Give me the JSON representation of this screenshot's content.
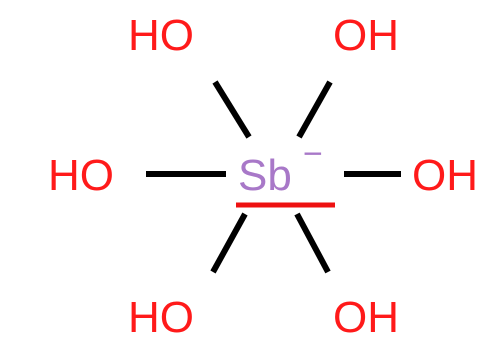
{
  "structure": {
    "center_atom": {
      "symbol": "Sb",
      "charge": "−",
      "color": "#a878c8"
    },
    "ligand_color": "#ff1a1a",
    "bond_color": "#000000",
    "highlight_color": "#ee1111",
    "ligands": [
      {
        "id": "top-left",
        "label": "HO"
      },
      {
        "id": "top-right",
        "label": "OH"
      },
      {
        "id": "middle-left",
        "label": "HO"
      },
      {
        "id": "middle-right",
        "label": "OH"
      },
      {
        "id": "bottom-left",
        "label": "HO"
      },
      {
        "id": "bottom-right",
        "label": "OH"
      }
    ]
  }
}
